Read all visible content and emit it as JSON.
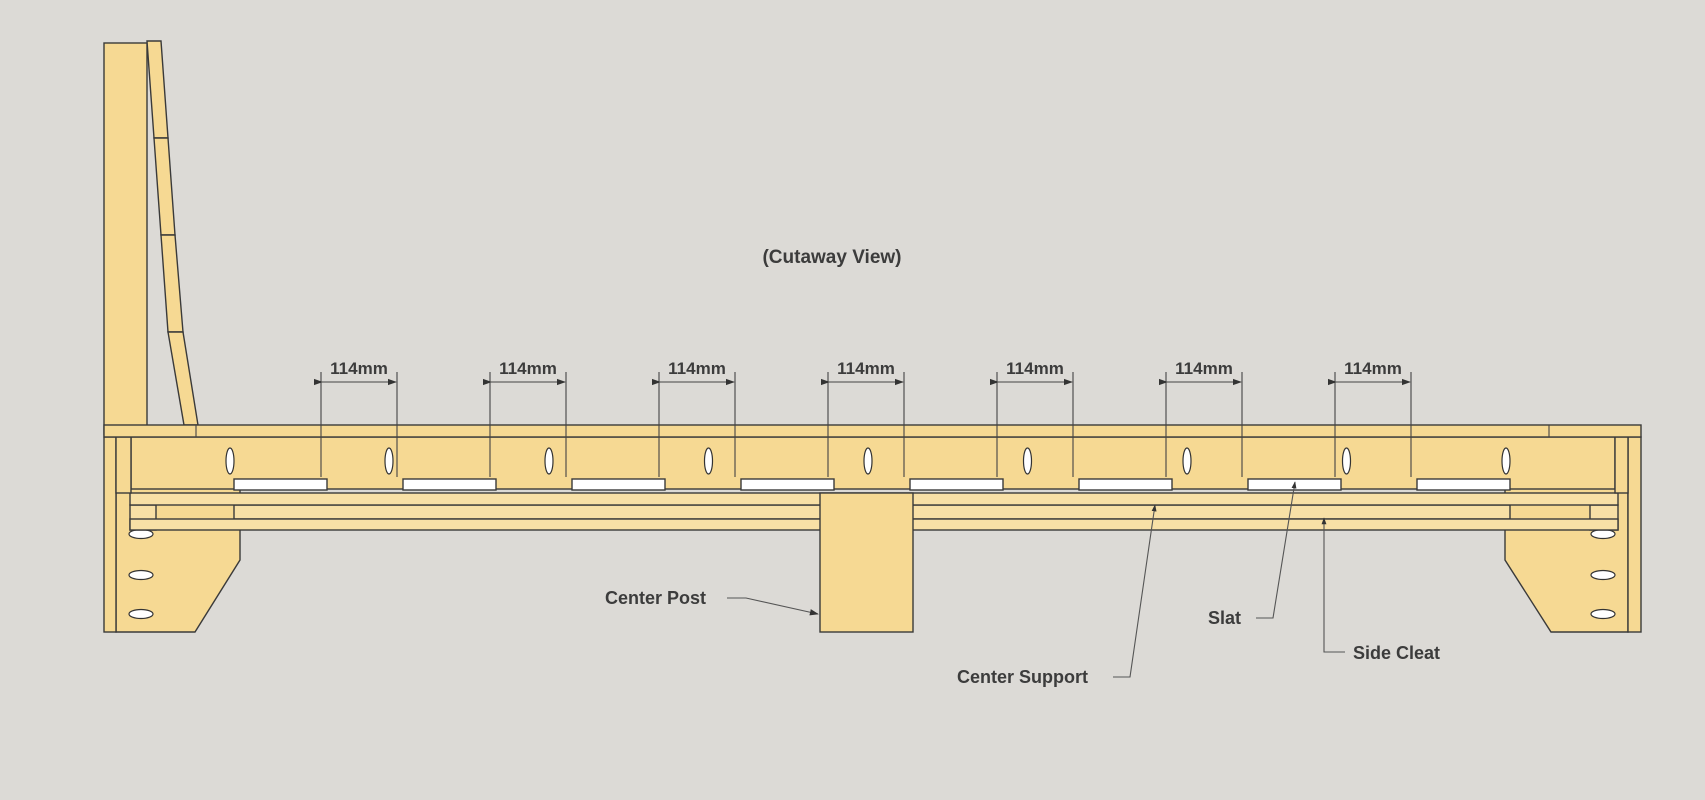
{
  "view_label": "(Cutaway View)",
  "spacing_label": "114mm",
  "slat_gaps": 7,
  "callouts": {
    "center_post": "Center Post",
    "slat": "Slat",
    "side_cleat": "Side Cleat",
    "center_support": "Center Support"
  },
  "colors": {
    "background": "#dcdad6",
    "wood": "#f6d993",
    "wood_light": "#f8e0a6",
    "outline": "#3a3a3a",
    "slat": "#ffffff"
  }
}
